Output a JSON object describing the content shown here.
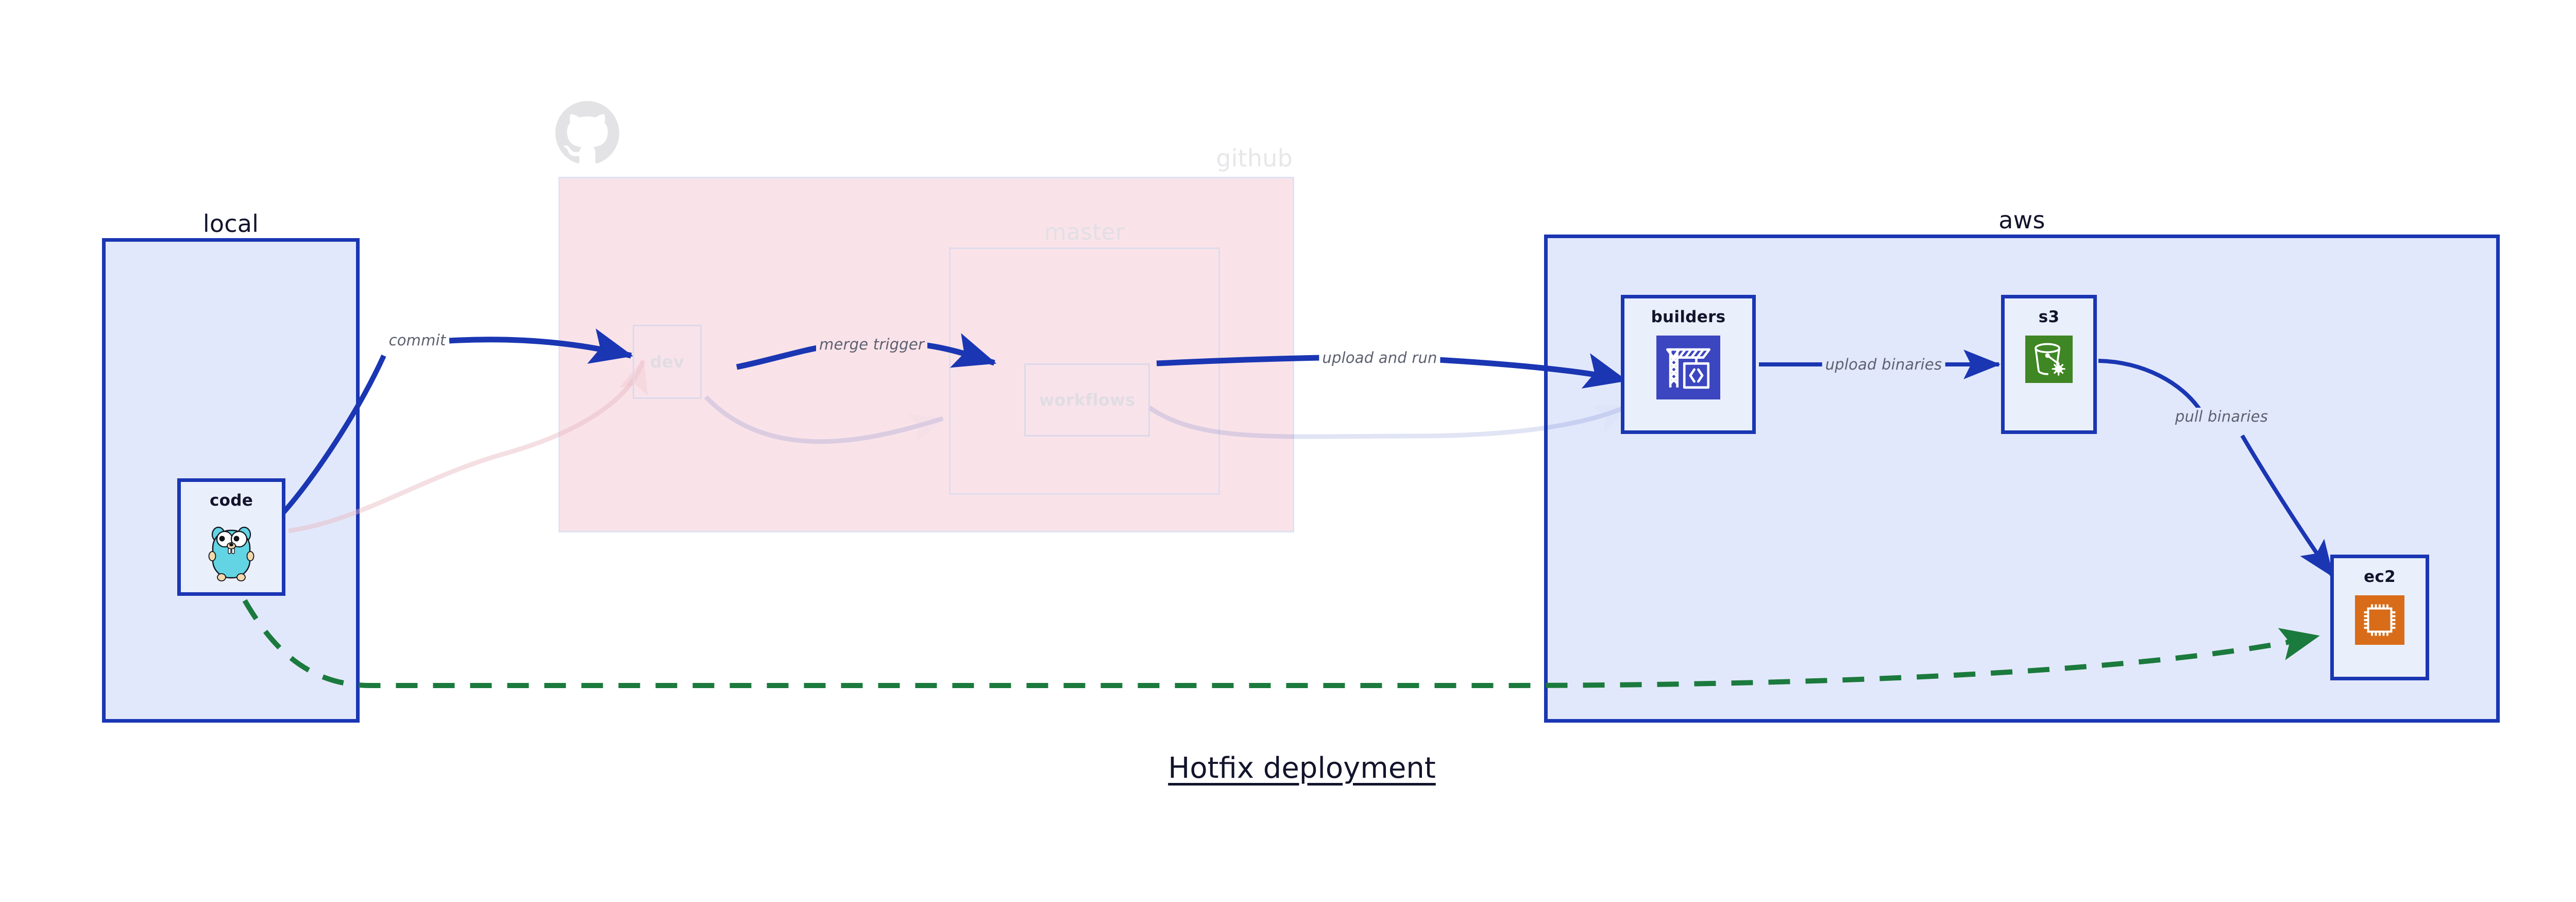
{
  "title": "Hotfix deployment",
  "colors": {
    "primary_blue": "#1a36b3",
    "group_blue_fill": "#e2e8fb",
    "node_fill": "#eaeffc",
    "github_pink": "#f9e3e9",
    "faded_border": "#ddd9ea",
    "label_gray": "#5d6070",
    "dark_navy": "#12142b",
    "green_dashed": "#1b7a3d",
    "codebuild_indigo": "#3c46c0",
    "s3_green": "#3f8624",
    "ec2_orange": "#d96c18",
    "gopher_teal": "#62d4e3"
  },
  "groups": [
    {
      "id": "local",
      "label": "local",
      "faded": false
    },
    {
      "id": "github",
      "label": "github",
      "faded": true
    },
    {
      "id": "master",
      "label": "master",
      "faded": true
    },
    {
      "id": "aws",
      "label": "aws",
      "faded": false
    }
  ],
  "nodes": [
    {
      "id": "code",
      "label": "code",
      "icon": "go-gopher-icon",
      "faded": false,
      "group": "local"
    },
    {
      "id": "dev",
      "label": "dev",
      "icon": "none",
      "faded": true,
      "group": "github"
    },
    {
      "id": "workflows",
      "label": "workflows",
      "icon": "none",
      "faded": true,
      "group": "master"
    },
    {
      "id": "builders",
      "label": "builders",
      "icon": "aws-codebuild-icon",
      "faded": false,
      "group": "aws"
    },
    {
      "id": "s3",
      "label": "s3",
      "icon": "aws-s3-glacier-icon",
      "faded": false,
      "group": "aws"
    },
    {
      "id": "ec2",
      "label": "ec2",
      "icon": "aws-ec2-icon",
      "faded": false,
      "group": "aws"
    }
  ],
  "edges": [
    {
      "id": "commit",
      "label": "commit",
      "from": "code",
      "to": "dev",
      "style": "solid-bold",
      "emphasis": "high",
      "label_bg": "on-white"
    },
    {
      "id": "merge-trigger",
      "label": "merge trigger",
      "from": "dev",
      "to": "workflows",
      "style": "solid-bold",
      "emphasis": "high",
      "label_bg": "on-pink"
    },
    {
      "id": "upload-and-run",
      "label": "upload and run",
      "from": "workflows",
      "to": "builders",
      "style": "solid-bold",
      "emphasis": "high",
      "label_bg": "on-white"
    },
    {
      "id": "upload-binaries",
      "label": "upload binaries",
      "from": "builders",
      "to": "s3",
      "style": "solid",
      "emphasis": "high",
      "label_bg": "on-aws"
    },
    {
      "id": "pull-binaries",
      "label": "pull binaries",
      "from": "s3",
      "to": "ec2",
      "style": "solid",
      "emphasis": "high",
      "label_bg": "on-aws"
    },
    {
      "id": "hotfix-direct",
      "label": "",
      "from": "code",
      "to": "ec2",
      "style": "dashed",
      "emphasis": "high",
      "label_bg": "none"
    },
    {
      "id": "faded-code-dev",
      "label": "",
      "from": "code",
      "to": "dev",
      "style": "solid",
      "emphasis": "low",
      "label_bg": "none"
    },
    {
      "id": "faded-dev-workflows",
      "label": "",
      "from": "dev",
      "to": "workflows",
      "style": "solid",
      "emphasis": "low",
      "label_bg": "none"
    },
    {
      "id": "faded-wf-builders",
      "label": "",
      "from": "workflows",
      "to": "builders",
      "style": "solid",
      "emphasis": "low",
      "label_bg": "none"
    }
  ],
  "icons": {
    "octocat": "github-octocat-icon",
    "gopher": "go-gopher-icon",
    "codebuild": "aws-codebuild-icon",
    "s3": "aws-s3-glacier-icon",
    "ec2": "aws-ec2-icon"
  }
}
